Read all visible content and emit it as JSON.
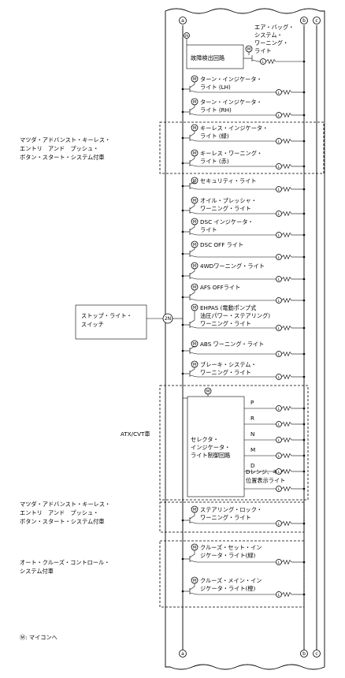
{
  "bus": {
    "a": "a",
    "b": "b",
    "c": "c",
    "bottom_a": "a",
    "bottom_b": "b",
    "bottom_c": "c"
  },
  "fault_box": "故障検出回路",
  "selector_box": [
    "セレクタ・",
    "インジケータ・",
    "ライト制御回路"
  ],
  "stop_box": [
    "ストップ・ライト・",
    "スイッチ"
  ],
  "connector_2n": "2N",
  "lamps": {
    "airbag": [
      "エア・バッグ・",
      "システム・",
      "ワーニング・",
      "ライト"
    ],
    "turn_lh": [
      "ターン・インジケータ・",
      "ライト (LH)"
    ],
    "turn_rh": [
      "ターン・インジケータ・",
      "ライト (RH)"
    ],
    "keyless_ind": [
      "キーレス・インジケータ・",
      "ライト (緑)"
    ],
    "keyless_warn": [
      "キーレス・ワーニング・",
      "ライト (赤)"
    ],
    "security": [
      "セキュリティ・ライト"
    ],
    "oil": [
      "オイル・プレッシャ・",
      "ワーニング・ライト"
    ],
    "dsc_ind": [
      "DSC インジケータ・",
      "ライト"
    ],
    "dsc_off": [
      "DSC OFF ライト"
    ],
    "fourwd": [
      "4WDワーニング・ライト"
    ],
    "afs_off": [
      "AFS OFFライト"
    ],
    "ehpas": [
      "EHPAS (電動ポンプ式",
      "油圧パワー・ステアリング)",
      "ワーニング・ライト"
    ],
    "abs": [
      "ABS ワーニング・ライト"
    ],
    "brake": [
      "ブレーキ・システム・",
      "ワーニング・ライト"
    ],
    "steering_lock": [
      "ステアリング・ロック・",
      "ワーニング・ライト"
    ],
    "cruise_set": [
      "クルーズ・セット・イン",
      "ジケータ・ライト(緑)"
    ],
    "cruise_main": [
      "クルーズ・メイン・イン",
      "ジケータ・ライト(橙)"
    ]
  },
  "gear_positions": [
    "P",
    "R",
    "N",
    "M",
    "D"
  ],
  "drange_label": [
    "Dレンジ、ギヤ",
    "位置表示ライト"
  ],
  "groups": {
    "keyless1": [
      "マツダ・アドバンスト・キーレス・",
      "エントリ　アンド　プッシュ・",
      "ボタン・スタート・システム付車"
    ],
    "atx": [
      "ATX/CVT車"
    ],
    "keyless2": [
      "マツダ・アドバンスト・キーレス・",
      "エントリ　アンド　プッシュ・",
      "ボタン・スタート・システム付車"
    ],
    "cruise": [
      "オート・クルーズ・コントロール・",
      "システム付車"
    ]
  },
  "symbols": {
    "micom": "M",
    "lamp": "L"
  },
  "legend": "Ⓜ: マイコンへ"
}
